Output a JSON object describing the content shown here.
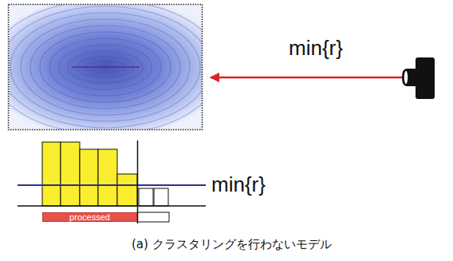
{
  "diagram": {
    "caption": "(a) クラスタリングを行わないモデル",
    "nodes": [
      {
        "text": [
          "processed"
        ]
      }
    ],
    "labels": [
      "min{r}",
      "min{r}"
    ]
  }
}
